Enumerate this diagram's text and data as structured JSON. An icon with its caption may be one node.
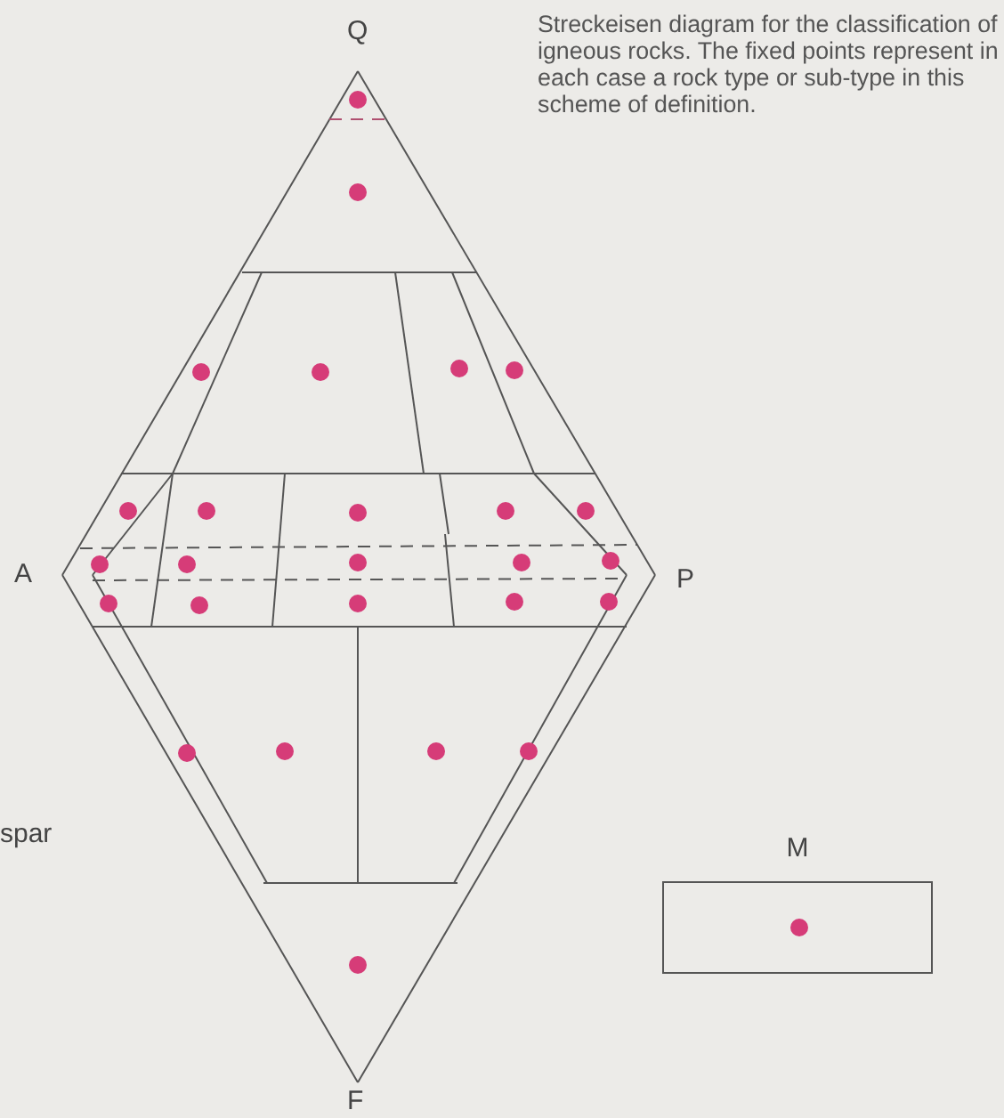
{
  "diagram": {
    "caption": "Streckeisen diagram for the classification of igneous rocks. The fixed points represent in each case a rock type or sub-type in this scheme of definition.",
    "nodes": [
      {
        "text": [
          "M"
        ]
      }
    ],
    "labels": [
      "Q",
      "A",
      "P",
      "spar",
      "F"
    ]
  }
}
